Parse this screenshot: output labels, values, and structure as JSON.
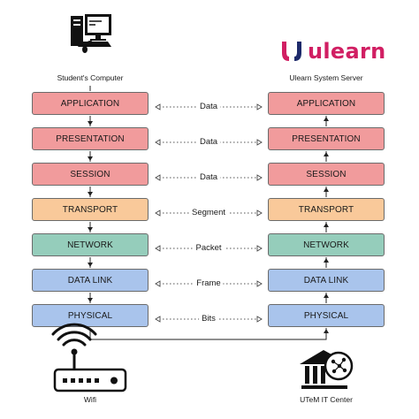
{
  "left_stack": {
    "caption": "Student's Computer",
    "layers": [
      {
        "label": "APPLICATION",
        "color": "#f19b9c"
      },
      {
        "label": "PRESENTATION",
        "color": "#f19b9c"
      },
      {
        "label": "SESSION",
        "color": "#f19b9c"
      },
      {
        "label": "TRANSPORT",
        "color": "#f9c99a"
      },
      {
        "label": "NETWORK",
        "color": "#95cdbb"
      },
      {
        "label": "DATA LINK",
        "color": "#a9c4ec"
      },
      {
        "label": "PHYSICAL",
        "color": "#a9c4ec"
      }
    ],
    "bottom_caption": "Wifi"
  },
  "right_stack": {
    "caption": "Ulearn System Server",
    "logo_text": "ulearn",
    "layers": [
      {
        "label": "APPLICATION",
        "color": "#f19b9c"
      },
      {
        "label": "PRESENTATION",
        "color": "#f19b9c"
      },
      {
        "label": "SESSION",
        "color": "#f19b9c"
      },
      {
        "label": "TRANSPORT",
        "color": "#f9c99a"
      },
      {
        "label": "NETWORK",
        "color": "#95cdbb"
      },
      {
        "label": "DATA LINK",
        "color": "#a9c4ec"
      },
      {
        "label": "PHYSICAL",
        "color": "#a9c4ec"
      }
    ],
    "bottom_caption": "UTeM IT Center"
  },
  "protocol_units": [
    "Data",
    "Data",
    "Data",
    "Segment",
    "Packet",
    "Frame",
    "Bits"
  ],
  "icons": [
    "computer-icon",
    "ulearn-logo-icon",
    "wifi-router-icon",
    "it-center-icon"
  ],
  "colors": {
    "logo_pink": "#d11f63",
    "logo_navy": "#1d2a6b",
    "border": "#6b6b6b"
  }
}
